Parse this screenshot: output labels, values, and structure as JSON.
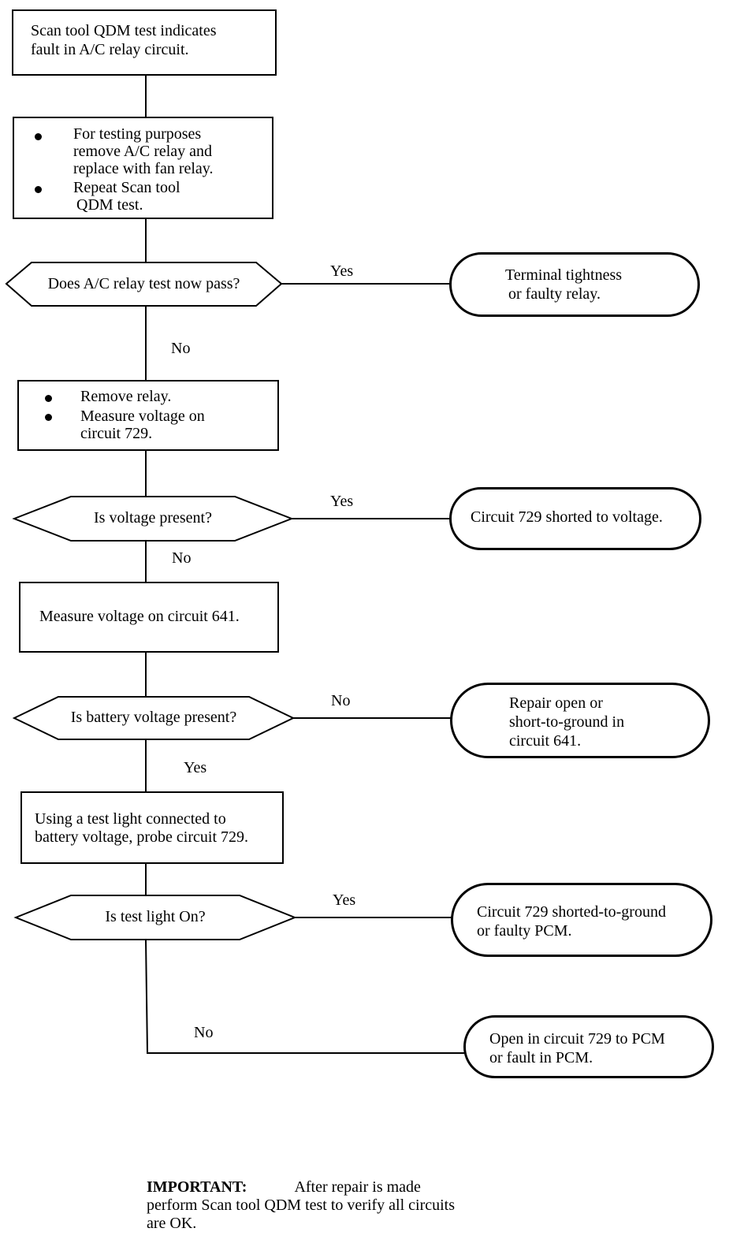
{
  "start_box": {
    "line1": "Scan tool QDM test indicates",
    "line2": "fault in A/C relay circuit."
  },
  "step1": {
    "bullet1": [
      "For testing purposes",
      "remove A/C relay and",
      "replace with fan relay."
    ],
    "bullet2": [
      "Repeat Scan tool",
      "QDM test."
    ]
  },
  "decision1": {
    "question": "Does A/C relay test now pass?",
    "yes_label": "Yes",
    "no_label": "No",
    "yes_result": [
      "Terminal tightness",
      "or faulty relay."
    ]
  },
  "step2": {
    "bullet1": "Remove relay.",
    "bullet2": [
      "Measure voltage on",
      "circuit 729."
    ]
  },
  "decision2": {
    "question": "Is voltage present?",
    "yes_label": "Yes",
    "no_label": "No",
    "yes_result": "Circuit 729 shorted to voltage."
  },
  "step3": {
    "text": "Measure voltage on circuit 641."
  },
  "decision3": {
    "question": "Is battery voltage present?",
    "no_label": "No",
    "yes_label": "Yes",
    "no_result": [
      "Repair open or",
      "short-to-ground in",
      "circuit 641."
    ]
  },
  "step4": {
    "line1": "Using  a test light connected to",
    "line2": "battery voltage, probe circuit 729."
  },
  "decision4": {
    "question": "Is test light On?",
    "yes_label": "Yes",
    "no_label": "No",
    "yes_result": [
      "Circuit 729 shorted-to-ground",
      "or faulty PCM."
    ],
    "no_result": [
      "Open in circuit 729 to PCM",
      "or fault in PCM."
    ]
  },
  "important_note": {
    "heading": "IMPORTANT:",
    "line1": "After repair is made",
    "line2": "perform Scan tool QDM test to verify all circuits",
    "line3": "are OK."
  }
}
